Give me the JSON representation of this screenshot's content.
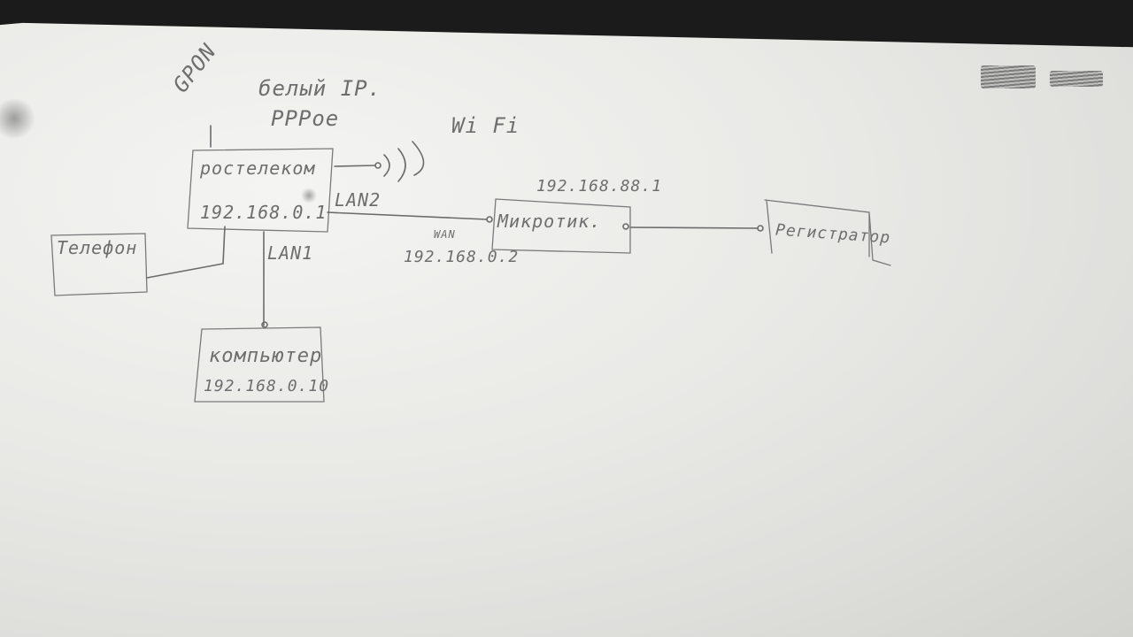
{
  "isp_annotation": {
    "gpon": "GPON",
    "white_ip": "белый IP.",
    "pppoe": "PPPoe"
  },
  "wifi_label": "Wi Fi",
  "nodes": {
    "rostelecom": {
      "name": "ростелеком",
      "ip": "192.168.0.1"
    },
    "phone": {
      "name": "Телефон"
    },
    "computer": {
      "name": "компьютер",
      "ip": "192.168.0.10"
    },
    "mikrotik": {
      "name": "Микротик.",
      "ip": "192.168.88.1",
      "wan_label": "WAN",
      "wan_ip": "192.168.0.2"
    },
    "registrar": {
      "name": "Регистратор"
    }
  },
  "links": {
    "lan1": "LAN1",
    "lan2": "LAN2"
  },
  "colors": {
    "ink": "#6e6e6e",
    "paper": "#ececea",
    "background": "#1b1b1b"
  }
}
